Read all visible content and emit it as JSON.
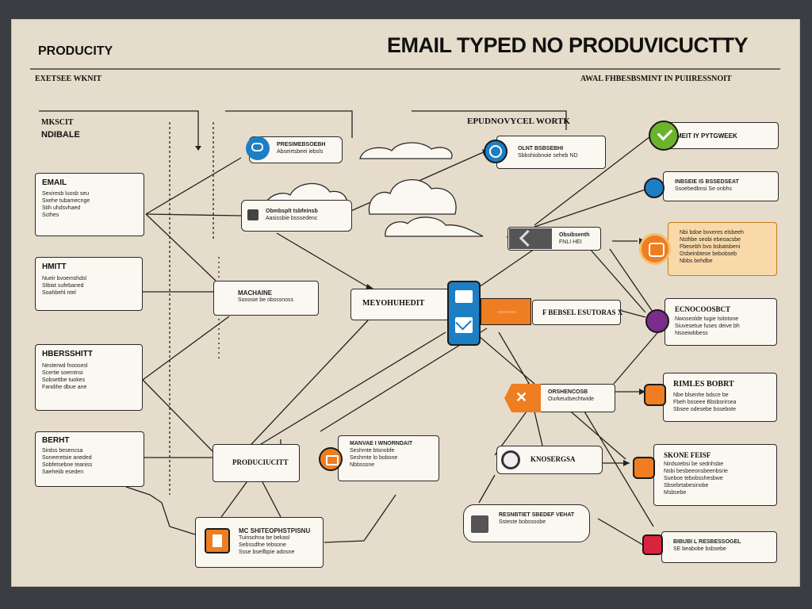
{
  "header": {
    "title_left": "PRODUCITY",
    "title_right": "EMAIL TYPED NO PRODUVICUCTTY",
    "sub_left": "EXETSEE WKNIT",
    "sub_right": "AWAL FHBESBSMINT IN PUIIRESSNOIT"
  },
  "labels": {
    "top_left": "MKSCIT",
    "top_left_2": "NDIBALE",
    "top_mid": "EPUDNOVYCEL WORTK"
  },
  "left_boxes": [
    {
      "title": "EMAIL",
      "lines": [
        "Sexiresb luosb seu",
        "Sxehe tubamecnge",
        "Stih uhdsvhaed",
        "Scthes"
      ]
    },
    {
      "title": "HMITT",
      "lines": [
        "Nueir bvoemshdsl",
        "Stbiat sufebaned",
        "Soahbehl ntel"
      ]
    },
    {
      "title": "HBERSSHITT",
      "lines": [
        "Nesterwd fnoosesl",
        "Scertie soemtnsi",
        "Sobsettbe tuokes",
        "Fandihe dbue ane"
      ]
    },
    {
      "title": "BERHT",
      "lines": [
        "Sirdss besencsa",
        "Soneeretsie aneded",
        "Sobfetsebne teaniss",
        "Saeheiib eseden"
      ]
    }
  ],
  "center_nodes": {
    "chat": {
      "title": "PRESIMEBSOEBH",
      "line": "Abseirtsbeei iebsls"
    },
    "mail": {
      "title": "Obmbsplt tsbfeinsb",
      "line": "Aasissbie bsssedenc"
    },
    "machine": {
      "title": "MACHAINE",
      "line": "Sooosie be obsssnoss"
    },
    "hub": {
      "title": "MEYOHUHEDIT"
    },
    "product": {
      "title": "PRODUCIUCITT"
    },
    "notif": {
      "title": "MANVAE I WNORNDAIT",
      "lines": [
        "Seshmte btsnobfe",
        "Seshmte lo bobone",
        "Nbbsssne"
      ]
    },
    "bottom": {
      "title": "MC SHITEOPHSTPISNU",
      "lines": [
        "Tuinsohna be bekasl",
        "Sebssdfne tebsone",
        "Ssse bseifbpie adosne"
      ]
    },
    "globe": {
      "title": "OLNT BSBSEBHI",
      "line": "Sbbshiobnoie seheb ND"
    },
    "flag": {
      "title": "Obsibsenth",
      "line": "FNLI HEI"
    },
    "tagline": {
      "title": "F BEBSEL ESUTORAS X"
    },
    "x_node": {
      "title": "ORSHENCOSB",
      "line": "Ourkeudsechtwide"
    },
    "circle": {
      "title": "KNOSERGSA"
    },
    "lower": {
      "title": "RESNBTIET SBEDEF VEHAT",
      "line": "Ssteste bobsssobe"
    }
  },
  "right_boxes": {
    "r1": {
      "title": "MEIT IY PYTGWEEK"
    },
    "r2": {
      "title": "INBSEIE IS BSSEDSEAT",
      "line": "Ssoebedbnsi Se onbhs"
    },
    "r3": {
      "lines": [
        "Nbi bdoe bvveres elsbeeh",
        "Nsthbe seobi ebeoacsbe",
        "Fbesebh bvo bsbatsbeni",
        "Osbeinbtese bebobseb",
        "Nbbs behdbe"
      ]
    },
    "r4": {
      "title": "ECNOCOOSBCT",
      "lines": [
        "Nwoseolde tugie tsitotone",
        "Siuvesetue fuses deive bh",
        "Nsoeiwbbess"
      ]
    },
    "r5": {
      "title": "RIMLES BOBRT",
      "lines": [
        "Nbe blsenhe bdsce be",
        "Fbeh bsseee Bbsbsrirsea",
        "Sbsee odesebe bssebote"
      ]
    },
    "r6": {
      "title": "SKONE FEISF",
      "lines": [
        "Nirdsoebsi be sednhsbe",
        "Nsbi besbeeonsbeenbsrie",
        "Sueboe tebobsshesbwe",
        "Sbsebrtabesinobe",
        "Msbsebe"
      ]
    },
    "r7": {
      "title": "BIBUBI L RESBESSOGEL",
      "line": "SE beabobe bsbsebe"
    }
  },
  "colors": {
    "paper": "#e6dccb",
    "blue": "#1c7fc4",
    "orange": "#ef7d22",
    "green": "#6ab42b",
    "purple": "#7a2d8c",
    "red": "#d8243c"
  }
}
